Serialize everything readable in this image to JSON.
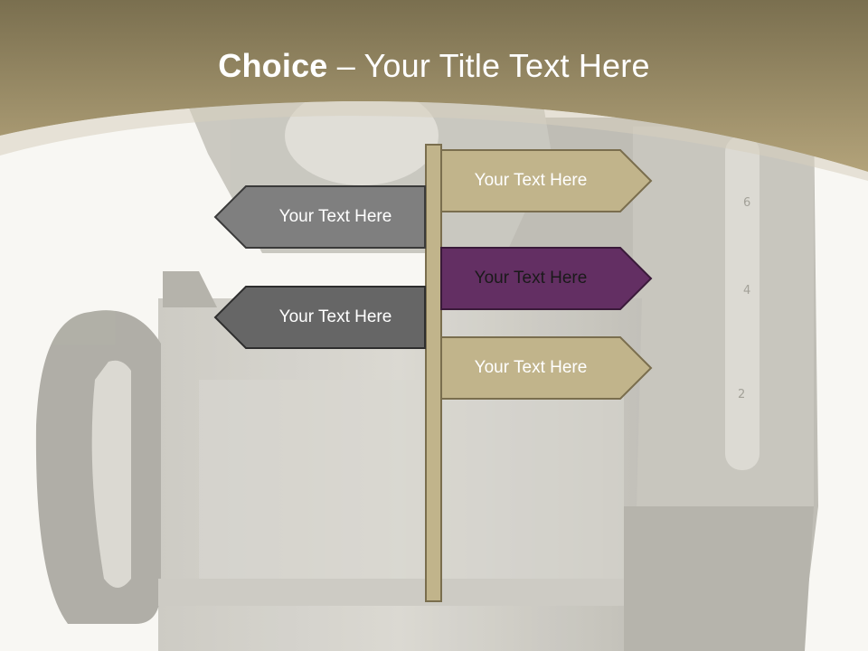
{
  "title": {
    "bold": "Choice",
    "rest": " – Your Title Text Here"
  },
  "signs": [
    {
      "id": "right-1",
      "label": "Your Text Here",
      "color": "#c1b48b"
    },
    {
      "id": "left-1",
      "label": "Your Text Here",
      "color": "#7f7f7f"
    },
    {
      "id": "right-2",
      "label": "Your Text Here",
      "color": "#632f63"
    },
    {
      "id": "left-2",
      "label": "Your Text Here",
      "color": "#666666"
    },
    {
      "id": "right-3",
      "label": "Your Text Here",
      "color": "#c1b48b"
    }
  ],
  "colors": {
    "header": "#a08f66",
    "post": "#c1b48b",
    "background": "#f8f7f3"
  }
}
